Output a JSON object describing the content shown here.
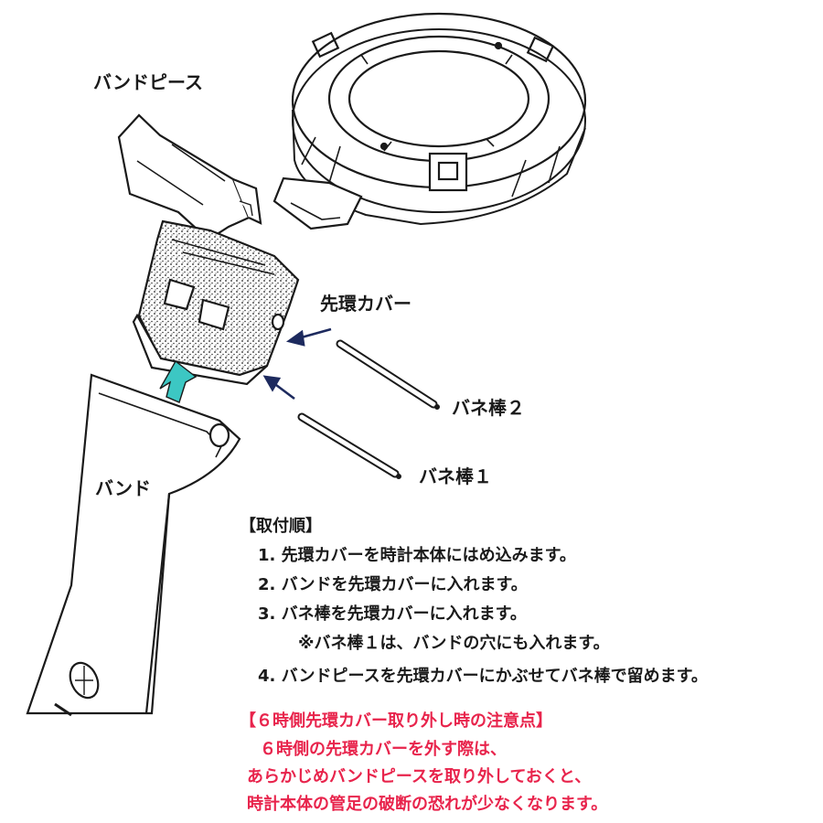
{
  "labels": {
    "band_piece": "バンドピース",
    "end_cover": "先環カバー",
    "spring_bar_2": "バネ棒２",
    "spring_bar_1": "バネ棒１",
    "band": "バンド"
  },
  "procedure": {
    "heading": "【取付順】",
    "steps": [
      "1.  先環カバーを時計本体にはめ込みます。",
      "2.  バンドを先環カバーに入れます。",
      "3.  バネ棒を先環カバーに入れます。",
      "※バネ棒１は、バンドの穴にも入れます。",
      "4.  バンドピースを先環カバーにかぶせてバネ棒で留めます。"
    ]
  },
  "warning": {
    "heading": "【６時側先環カバー取り外し時の注意点】",
    "lines": [
      "６時側の先環カバーを外す際は、",
      "あらかじめバンドピースを取り外しておくと、",
      "時計本体の管足の破断の恐れが少なくなります。"
    ]
  },
  "colors": {
    "warning_text": "#e8244c",
    "teal_arrow": "#3cc7c3",
    "navy_arrow": "#1d2a5e",
    "line_art": "#1a1a1a"
  },
  "icons": {
    "insert_arrow": "teal-up-arrow-icon",
    "pointer_arrows": "navy-arrow-icon"
  }
}
